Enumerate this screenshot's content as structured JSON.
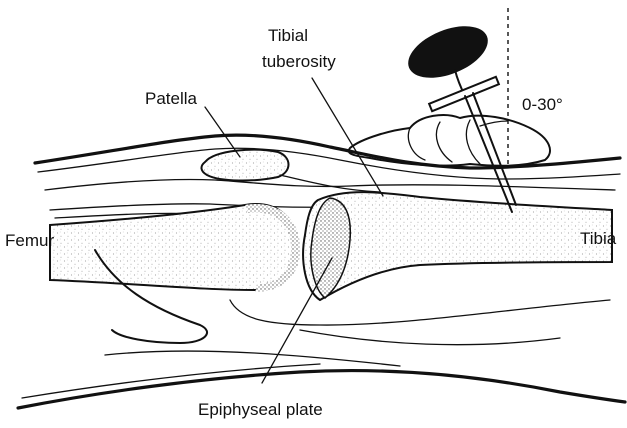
{
  "labels": {
    "patella": "Patella",
    "tibial_tuberosity_line1": "Tibial",
    "tibial_tuberosity_line2": "tuberosity",
    "angle": "0-30°",
    "femur": "Femur",
    "tibia": "Tibia",
    "epiphyseal_plate": "Epiphyseal plate"
  }
}
